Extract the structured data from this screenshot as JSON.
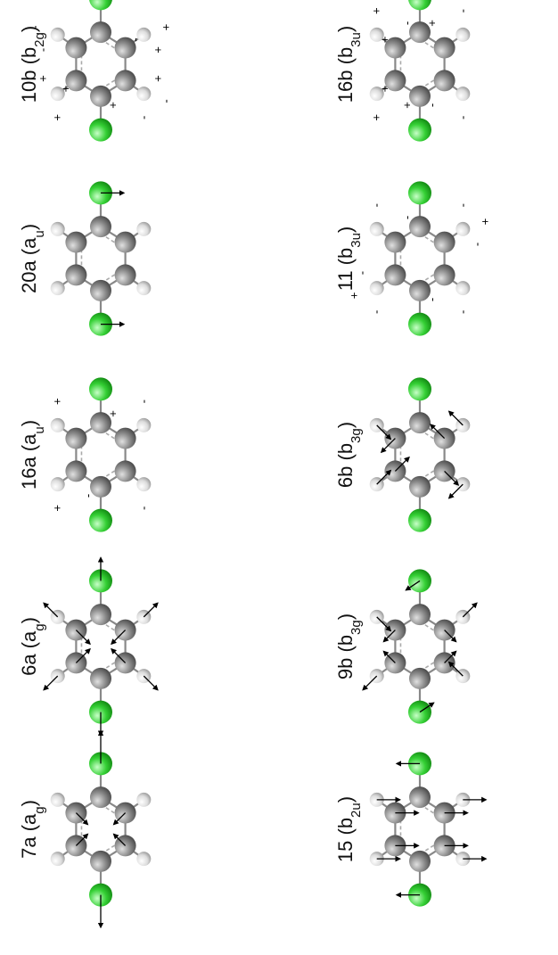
{
  "figure": {
    "rows": [
      [
        {
          "id": "10b",
          "mode": "10b",
          "sym": "b",
          "sub": "2g",
          "vis": "signs",
          "signs": [
            "+",
            "",
            "-",
            "",
            "+",
            "",
            "",
            "-",
            "",
            "",
            "+",
            "",
            "",
            "+",
            "+",
            "+",
            "-",
            "-",
            "-",
            "+"
          ]
        },
        {
          "id": "20a",
          "mode": "20a",
          "sym": "a",
          "sub": "u",
          "vis": "arrows",
          "arrows": {
            "Cl1": [
              1,
              0
            ],
            "Cl2": [
              1,
              0
            ]
          }
        },
        {
          "id": "16a",
          "mode": "16a",
          "sym": "a",
          "sub": "u",
          "vis": "signs",
          "signs": [
            "+",
            "+",
            "-",
            "-",
            "",
            "",
            "",
            "",
            "-",
            "+",
            "",
            "",
            "",
            "",
            "",
            "",
            "",
            "",
            "",
            ""
          ]
        },
        {
          "id": "6a",
          "mode": "6a",
          "sym": "a",
          "sub": "g",
          "vis": "arrows",
          "arrows": {
            "Cl1": [
              0,
              -1
            ],
            "Cl2": [
              0,
              1
            ],
            "H1": [
              -0.6,
              -0.6
            ],
            "H2": [
              -0.6,
              0.6
            ],
            "H3": [
              0.6,
              0.6
            ],
            "H4": [
              0.6,
              -0.6
            ],
            "C2": [
              0.6,
              0.6
            ],
            "C3": [
              0.6,
              -0.6
            ],
            "C5": [
              -0.6,
              -0.6
            ],
            "C6": [
              -0.6,
              0.6
            ]
          }
        },
        {
          "id": "7a",
          "mode": "7a",
          "sym": "a",
          "sub": "g",
          "vis": "arrows",
          "arrows": {
            "Cl1": [
              0,
              -1.4
            ],
            "Cl2": [
              0,
              1.4
            ],
            "C2": [
              0.5,
              0.5
            ],
            "C6": [
              -0.5,
              0.5
            ],
            "C3": [
              0.5,
              -0.5
            ],
            "C5": [
              -0.5,
              -0.5
            ]
          }
        }
      ],
      [
        {
          "id": "16b",
          "mode": "16b",
          "sym": "b",
          "sub": "3u",
          "vis": "signs",
          "signs": [
            "+",
            "+",
            "-",
            "-",
            "+",
            "+",
            "",
            "",
            "+",
            "+",
            "-",
            "-",
            "",
            "",
            "",
            "",
            "",
            "",
            "",
            ""
          ]
        },
        {
          "id": "11",
          "mode": "11",
          "sym": "b",
          "sub": "3u",
          "vis": "signs",
          "signs": [
            "-",
            "-",
            "-",
            "-",
            "",
            "",
            "",
            "",
            "",
            "",
            "-",
            "-",
            "+",
            "+",
            "-",
            "-",
            "",
            "",
            "",
            ""
          ]
        },
        {
          "id": "6b",
          "mode": "6b",
          "sym": "b",
          "sub": "3g",
          "vis": "arrows",
          "arrows": {
            "H1": [
              0.6,
              0.6
            ],
            "H2": [
              0.6,
              -0.6
            ],
            "H3": [
              -0.6,
              0.6
            ],
            "H4": [
              -0.6,
              -0.6
            ],
            "C2": [
              0.6,
              0.6
            ],
            "C3": [
              -0.6,
              -0.6
            ],
            "C5": [
              -0.6,
              0.6
            ],
            "C6": [
              0.6,
              -0.6
            ]
          }
        },
        {
          "id": "9b",
          "mode": "9b",
          "sym": "b",
          "sub": "3g",
          "vis": "arrows",
          "arrows": {
            "Cl1": [
              0.6,
              0.4
            ],
            "Cl2": [
              -0.6,
              -0.4
            ],
            "H1": [
              -0.6,
              -0.6
            ],
            "H2": [
              0.6,
              -0.6
            ],
            "H3": [
              0.6,
              0.6
            ],
            "H4": [
              -0.6,
              0.6
            ],
            "C2": [
              -0.5,
              0.5
            ],
            "C3": [
              -0.5,
              -0.5
            ],
            "C5": [
              0.5,
              -0.5
            ],
            "C6": [
              0.5,
              0.5
            ]
          }
        },
        {
          "id": "15",
          "mode": "15",
          "sym": "b",
          "sub": "2u",
          "vis": "arrows",
          "arrows": {
            "Cl1": [
              -1,
              0
            ],
            "Cl2": [
              -1,
              0
            ],
            "C2": [
              1,
              0
            ],
            "C3": [
              1,
              0
            ],
            "C5": [
              1,
              0
            ],
            "C6": [
              1,
              0
            ],
            "H1": [
              1,
              0
            ],
            "H2": [
              1,
              0
            ],
            "H3": [
              1,
              0
            ],
            "H4": [
              1,
              0
            ]
          }
        }
      ]
    ],
    "colors": {
      "carbon": "#8a8a8a",
      "hydrogen": "#dcdcdc",
      "chlorine": "#35d035",
      "arrow": "#000000"
    }
  }
}
